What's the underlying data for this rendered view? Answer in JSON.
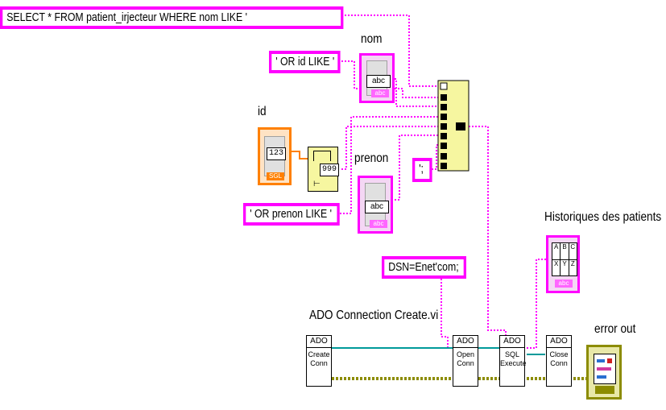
{
  "constants": {
    "select": "SELECT * FROM patient_irjecteur WHERE nom LIKE '",
    "or_id": "' OR id LIKE '",
    "or_prenon": "' OR prenon LIKE '",
    "semicolon": "';",
    "dsn": "DSN=Enet'com;"
  },
  "labels": {
    "nom": "nom",
    "id": "id",
    "prenon": "prenon",
    "historiques": "Historiques des patients",
    "ado_create": "ADO Connection Create.vi",
    "error_out": "error out"
  },
  "controls": {
    "nom_value": "abc",
    "prenon_value": "abc",
    "id_value": "123",
    "id_tag": "SGL",
    "str_tag": "abc",
    "conv_value": "999",
    "table_cells": [
      "A",
      "B",
      "C",
      "X",
      "Y",
      "Z"
    ],
    "table_tag": "abc"
  },
  "vis": {
    "create": {
      "hdr": "ADO",
      "line1": "Create",
      "line2": "Conn"
    },
    "open": {
      "hdr": "ADO",
      "line1": "Open",
      "line2": "Conn"
    },
    "execute": {
      "hdr": "ADO",
      "line1": "SQL",
      "line2": "Execute"
    },
    "close": {
      "hdr": "ADO",
      "line1": "Close",
      "line2": "Conn"
    }
  },
  "colors": {
    "string": "#ff00ff",
    "refnum": "#009a9a",
    "error": "#8c8c00",
    "numeric": "#ff8000"
  }
}
